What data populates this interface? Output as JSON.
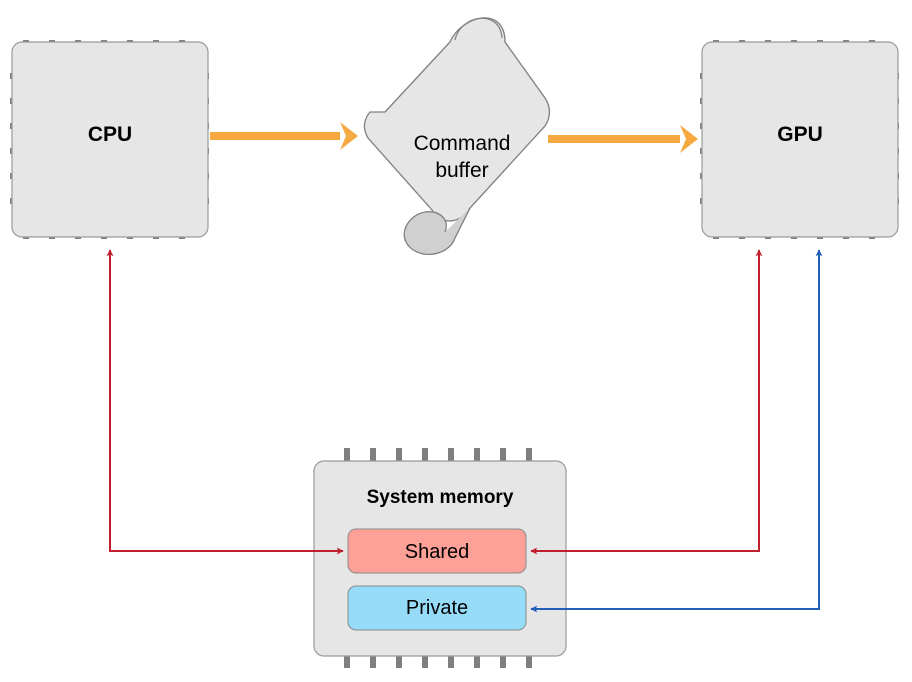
{
  "nodes": {
    "cpu": {
      "label": "CPU"
    },
    "gpu": {
      "label": "GPU"
    },
    "command_buffer": {
      "line1": "Command",
      "line2": "buffer"
    },
    "system_memory": {
      "title": "System memory",
      "shared_label": "Shared",
      "private_label": "Private"
    }
  },
  "colors": {
    "chip_fill": "#e6e6e6",
    "chip_stroke": "#9a9a9a",
    "pin": "#7f7f7f",
    "flow_arrow": "#f5a940",
    "shared_fill": "#fda098",
    "private_fill": "#96dcf9",
    "shared_link": "#c0202e",
    "private_link": "#1f5fb8",
    "scroll_shadow": "#d0d0d0"
  },
  "edges": [
    {
      "from": "CPU",
      "to": "Command buffer",
      "kind": "flow"
    },
    {
      "from": "Command buffer",
      "to": "GPU",
      "kind": "flow"
    },
    {
      "from": "Shared",
      "to": "CPU",
      "kind": "bidirectional"
    },
    {
      "from": "Shared",
      "to": "GPU",
      "kind": "bidirectional"
    },
    {
      "from": "Private",
      "to": "GPU",
      "kind": "bidirectional"
    }
  ]
}
